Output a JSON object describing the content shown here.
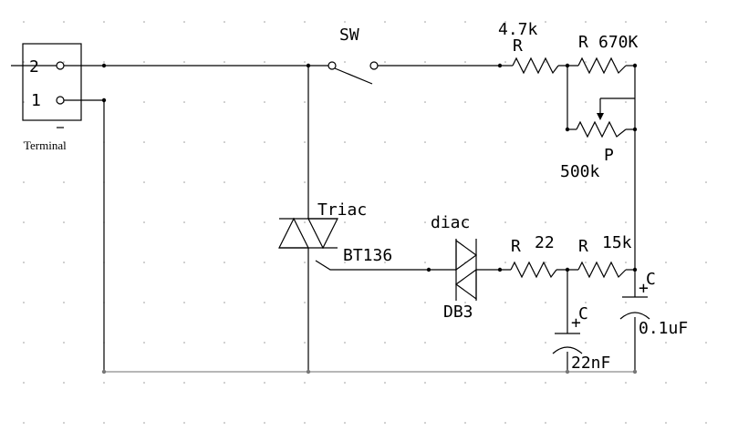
{
  "labels": {
    "terminal": "Terminal",
    "pin2": "2",
    "pin1": "1",
    "switch": "SW",
    "r1_name": "R",
    "r1_value": "4.7k",
    "r2_name": "R",
    "r2_value": "670K",
    "pot_name": "P",
    "pot_value": "500k",
    "triac_name": "Triac",
    "triac_part": "BT136",
    "diac_name": "diac",
    "diac_part": "DB3",
    "r3_name": "R",
    "r3_value": "22",
    "r4_name": "R",
    "r4_value": "15k",
    "c1_name": "C",
    "c1_value": "0.1uF",
    "c2_name": "C",
    "c2_value": "22nF",
    "cap_plus": "+"
  }
}
